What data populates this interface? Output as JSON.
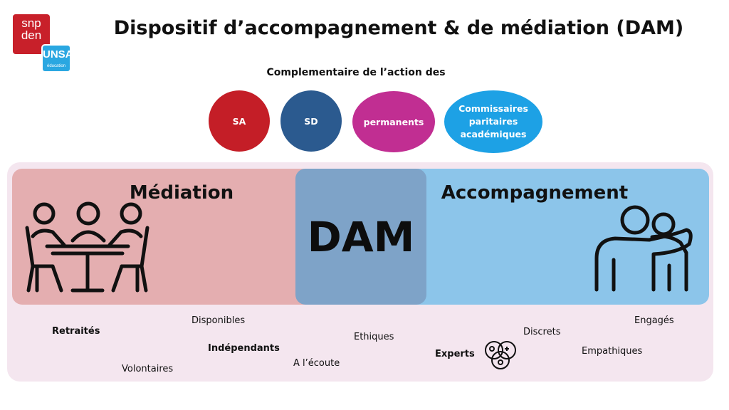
{
  "logo": {
    "line1": "snp",
    "line2": "den",
    "badge": "UNSA",
    "badge_sub": "éducation"
  },
  "title": "Dispositif d’accompagnement & de médiation (DAM)",
  "subtitle": "Complementaire de l’action des",
  "partners": [
    {
      "label": "SA",
      "color": "#c41e27"
    },
    {
      "label": "SD",
      "color": "#2b5a8f"
    },
    {
      "label": "permanents",
      "color": "#c12e92"
    },
    {
      "label": "Commissaires paritaires académiques",
      "color": "#1da1e5"
    }
  ],
  "sections": {
    "mediation": "Médiation",
    "center": "DAM",
    "accompagnement": "Accompagnement"
  },
  "icons": {
    "mediation": "people-at-table-icon",
    "accompagnement": "supportive-hug-icon",
    "experts": "expertise-venn-icon"
  },
  "qualities": {
    "retraites": "Retraités",
    "disponibles": "Disponibles",
    "volontaires": "Volontaires",
    "independants": "Indépendants",
    "a_lecoute": "A l’écoute",
    "ethiques": "Ethiques",
    "experts": "Experts",
    "discrets": "Discrets",
    "engages": "Engagés",
    "empathiques": "Empathiques"
  }
}
